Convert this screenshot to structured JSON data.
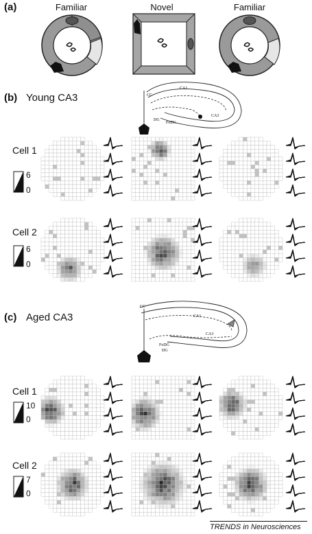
{
  "panel_a": {
    "label": "(a)",
    "environments": [
      "Familiar",
      "Novel",
      "Familiar"
    ]
  },
  "panel_b": {
    "label": "(b)",
    "title": "Young CA3",
    "diagram_labels": [
      "CA1",
      "CA3",
      "DG",
      "FoDG",
      "CC"
    ],
    "cells": [
      {
        "label": "Cell 1",
        "scale_max": "6",
        "scale_min": "0"
      },
      {
        "label": "Cell 2",
        "scale_max": "6",
        "scale_min": "0"
      }
    ]
  },
  "panel_c": {
    "label": "(c)",
    "title": "Aged CA3",
    "diagram_labels": [
      "CA1",
      "CA3",
      "DG",
      "FoDG",
      "CC"
    ],
    "cells": [
      {
        "label": "Cell 1",
        "scale_max": "10",
        "scale_min": "0"
      },
      {
        "label": "Cell 2",
        "scale_max": "7",
        "scale_min": "0"
      }
    ]
  },
  "footer": "TRENDS in Neurosciences"
}
